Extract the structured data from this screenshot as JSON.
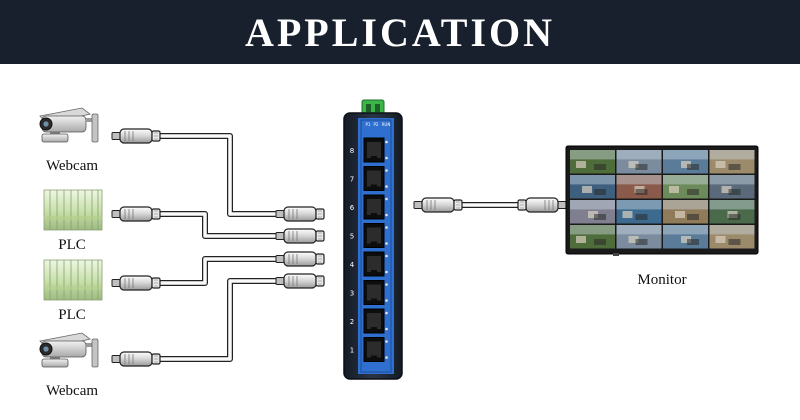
{
  "header": {
    "title": "APPLICATION"
  },
  "devices": [
    {
      "label": "Webcam",
      "icon": "webcam-icon"
    },
    {
      "label": "PLC",
      "icon": "plc-icon"
    },
    {
      "label": "PLC",
      "icon": "plc-icon"
    },
    {
      "label": "Webcam",
      "icon": "webcam-icon"
    }
  ],
  "switch": {
    "top_labels": [
      "P1",
      "P2",
      "RUN"
    ],
    "ports": [
      "8",
      "7",
      "6",
      "5",
      "4",
      "3",
      "2",
      "1"
    ],
    "body_color": "#1d2735",
    "trim_color": "#2f6fcf",
    "terminal_color": "#3bb54a"
  },
  "monitor": {
    "label": "Monitor"
  }
}
